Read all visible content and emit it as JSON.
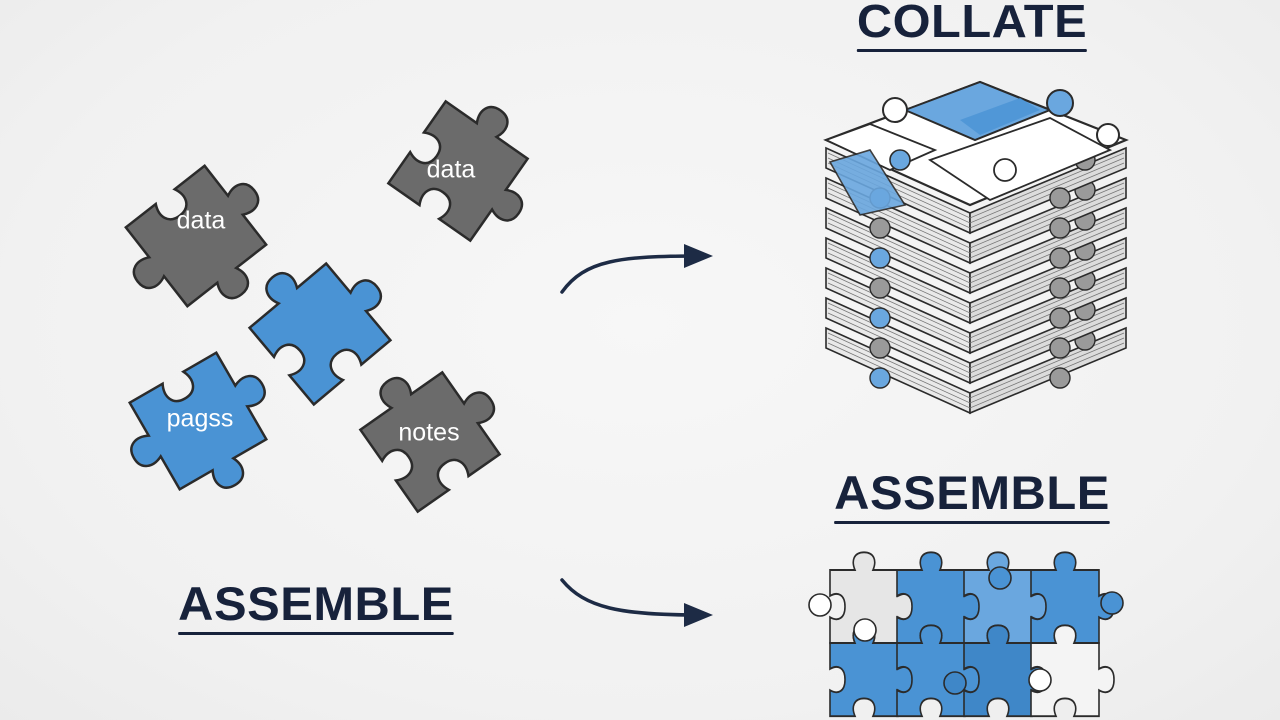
{
  "headings": {
    "collate": "COLLATE",
    "assemble_right": "ASSEMBLE",
    "assemble_left": "ASSEMBLE"
  },
  "pieces": [
    {
      "label": "data",
      "color": "gray"
    },
    {
      "label": "data",
      "color": "gray"
    },
    {
      "label": "",
      "color": "blue"
    },
    {
      "label": "pagss",
      "color": "blue"
    },
    {
      "label": "notes",
      "color": "gray"
    }
  ],
  "colors": {
    "gray_piece": "#6b6b6b",
    "blue_piece": "#4a93d4",
    "outline": "#2b2b2b",
    "heading": "#17223b",
    "arrow": "#1d2b45",
    "background": "#f3f3f3"
  }
}
